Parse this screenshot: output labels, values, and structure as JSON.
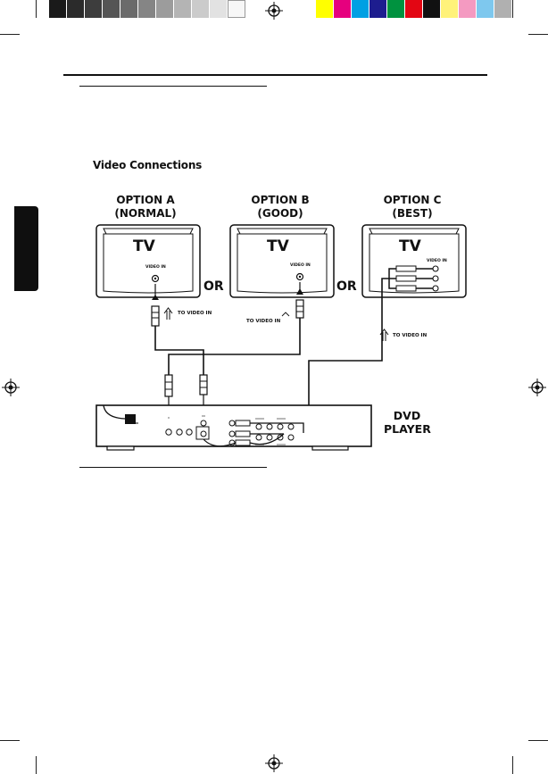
{
  "section_title": "Video Connections",
  "options": [
    {
      "name": "OPTION A",
      "quality": "(NORMAL)"
    },
    {
      "name": "OPTION B",
      "quality": "(GOOD)"
    },
    {
      "name": "OPTION C",
      "quality": "(BEST)"
    }
  ],
  "tv_label": "TV",
  "or_label": "OR",
  "to_video_in": "TO VIDEO IN",
  "tv_jack_label": "VIDEO IN",
  "device_label_line1": "DVD",
  "device_label_line2": "PLAYER",
  "swatches_gray": [
    "#1a1a1a",
    "#2b2b2b",
    "#3d3d3d",
    "#555555",
    "#6b6b6b",
    "#858585",
    "#9c9c9c",
    "#b4b4b4",
    "#cbcbcb",
    "#e2e2e2",
    "#f7f7f7"
  ],
  "swatches_color": [
    "#ffff00",
    "#e6007e",
    "#00a0e3",
    "#1d1d8f",
    "#00923f",
    "#e30613",
    "#111111",
    "#fff27a",
    "#f49ac1",
    "#7ec8ee",
    "#b0b0b0"
  ]
}
